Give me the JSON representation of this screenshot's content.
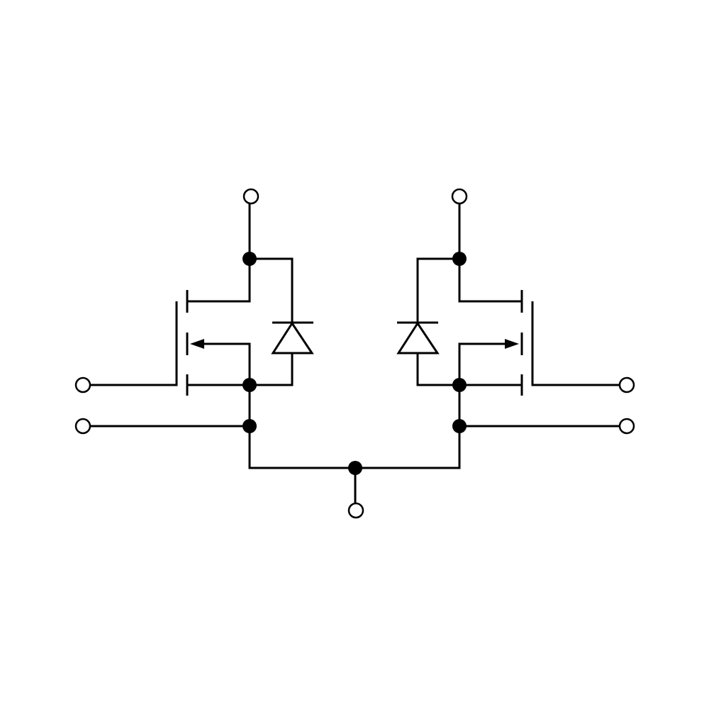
{
  "diagram": {
    "kind": "dual MOSFET half-bridge module schematic",
    "colors": {
      "line": "#000000",
      "background": "#ffffff"
    },
    "transistors": [
      {
        "id": "left",
        "type": "n-channel MOSFET",
        "body_diode": true
      },
      {
        "id": "right",
        "type": "n-channel MOSFET",
        "body_diode": true
      }
    ],
    "terminals": [
      {
        "id": "drain-left"
      },
      {
        "id": "drain-right"
      },
      {
        "id": "gate-left"
      },
      {
        "id": "gate-right"
      },
      {
        "id": "source-sense-left"
      },
      {
        "id": "source-sense-right"
      },
      {
        "id": "output"
      }
    ]
  }
}
